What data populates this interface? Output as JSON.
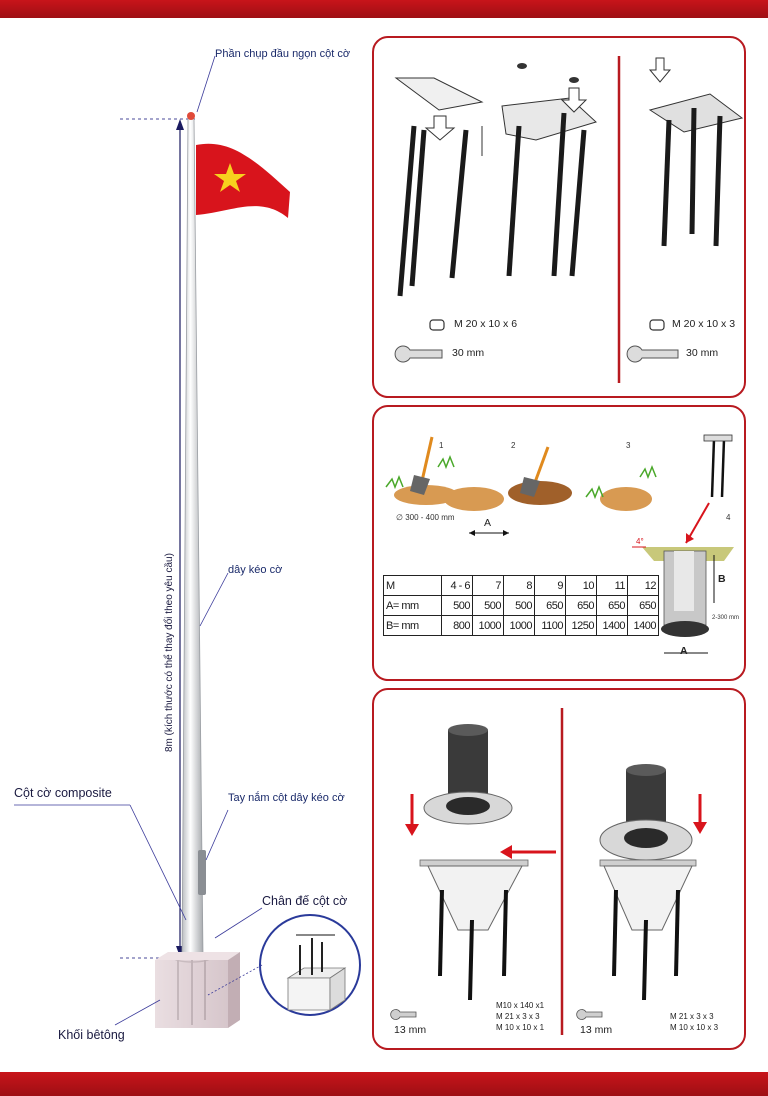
{
  "labels": {
    "top_cap": "Phần chụp đầu ngọn cột cờ",
    "dimension": "8m  (kích thước có thể thay đổi theo yêu cầu)",
    "rope": "dây kéo cờ",
    "composite_pole": "Cột cờ composite",
    "rope_handle": "Tay nắm cột dây kéo cờ",
    "base": "Chân đế cột cờ",
    "concrete_block": "Khối bêtông"
  },
  "panel_top": {
    "left_nut": "M 20 x 10 x 6",
    "left_wrench": "30 mm",
    "right_nut": "M 20 x 10 x 3",
    "right_wrench": "30 mm"
  },
  "panel_mid": {
    "steps": [
      "1",
      "2",
      "3",
      "4"
    ],
    "hole_diameter": "∅ 300 - 400 mm",
    "dim_a": "A",
    "dim_b": "B",
    "dim_a_block": "A",
    "gravel_depth": "2-300 mm",
    "angle_label": "4°",
    "table": {
      "header": [
        "M",
        "4 - 6",
        "7",
        "8",
        "9",
        "10",
        "11",
        "12"
      ],
      "row_a": [
        "A= mm",
        "500",
        "500",
        "500",
        "650",
        "650",
        "650",
        "650"
      ],
      "row_b": [
        "B= mm",
        "800",
        "1000",
        "1000",
        "1100",
        "1250",
        "1400",
        "1400"
      ]
    }
  },
  "panel_bot": {
    "left_wrench": "13 mm",
    "left_parts": [
      "M10 x 140  x1",
      "M 21 x 3    x 3",
      "M 10 x 10    x 1"
    ],
    "right_wrench": "13 mm",
    "right_parts": [
      "M 21 x 3      x 3",
      "M 10 x 10    x 3"
    ]
  },
  "colors": {
    "accent": "#b81a20",
    "flag_red": "#d8141c",
    "flag_star": "#f7d11e"
  }
}
